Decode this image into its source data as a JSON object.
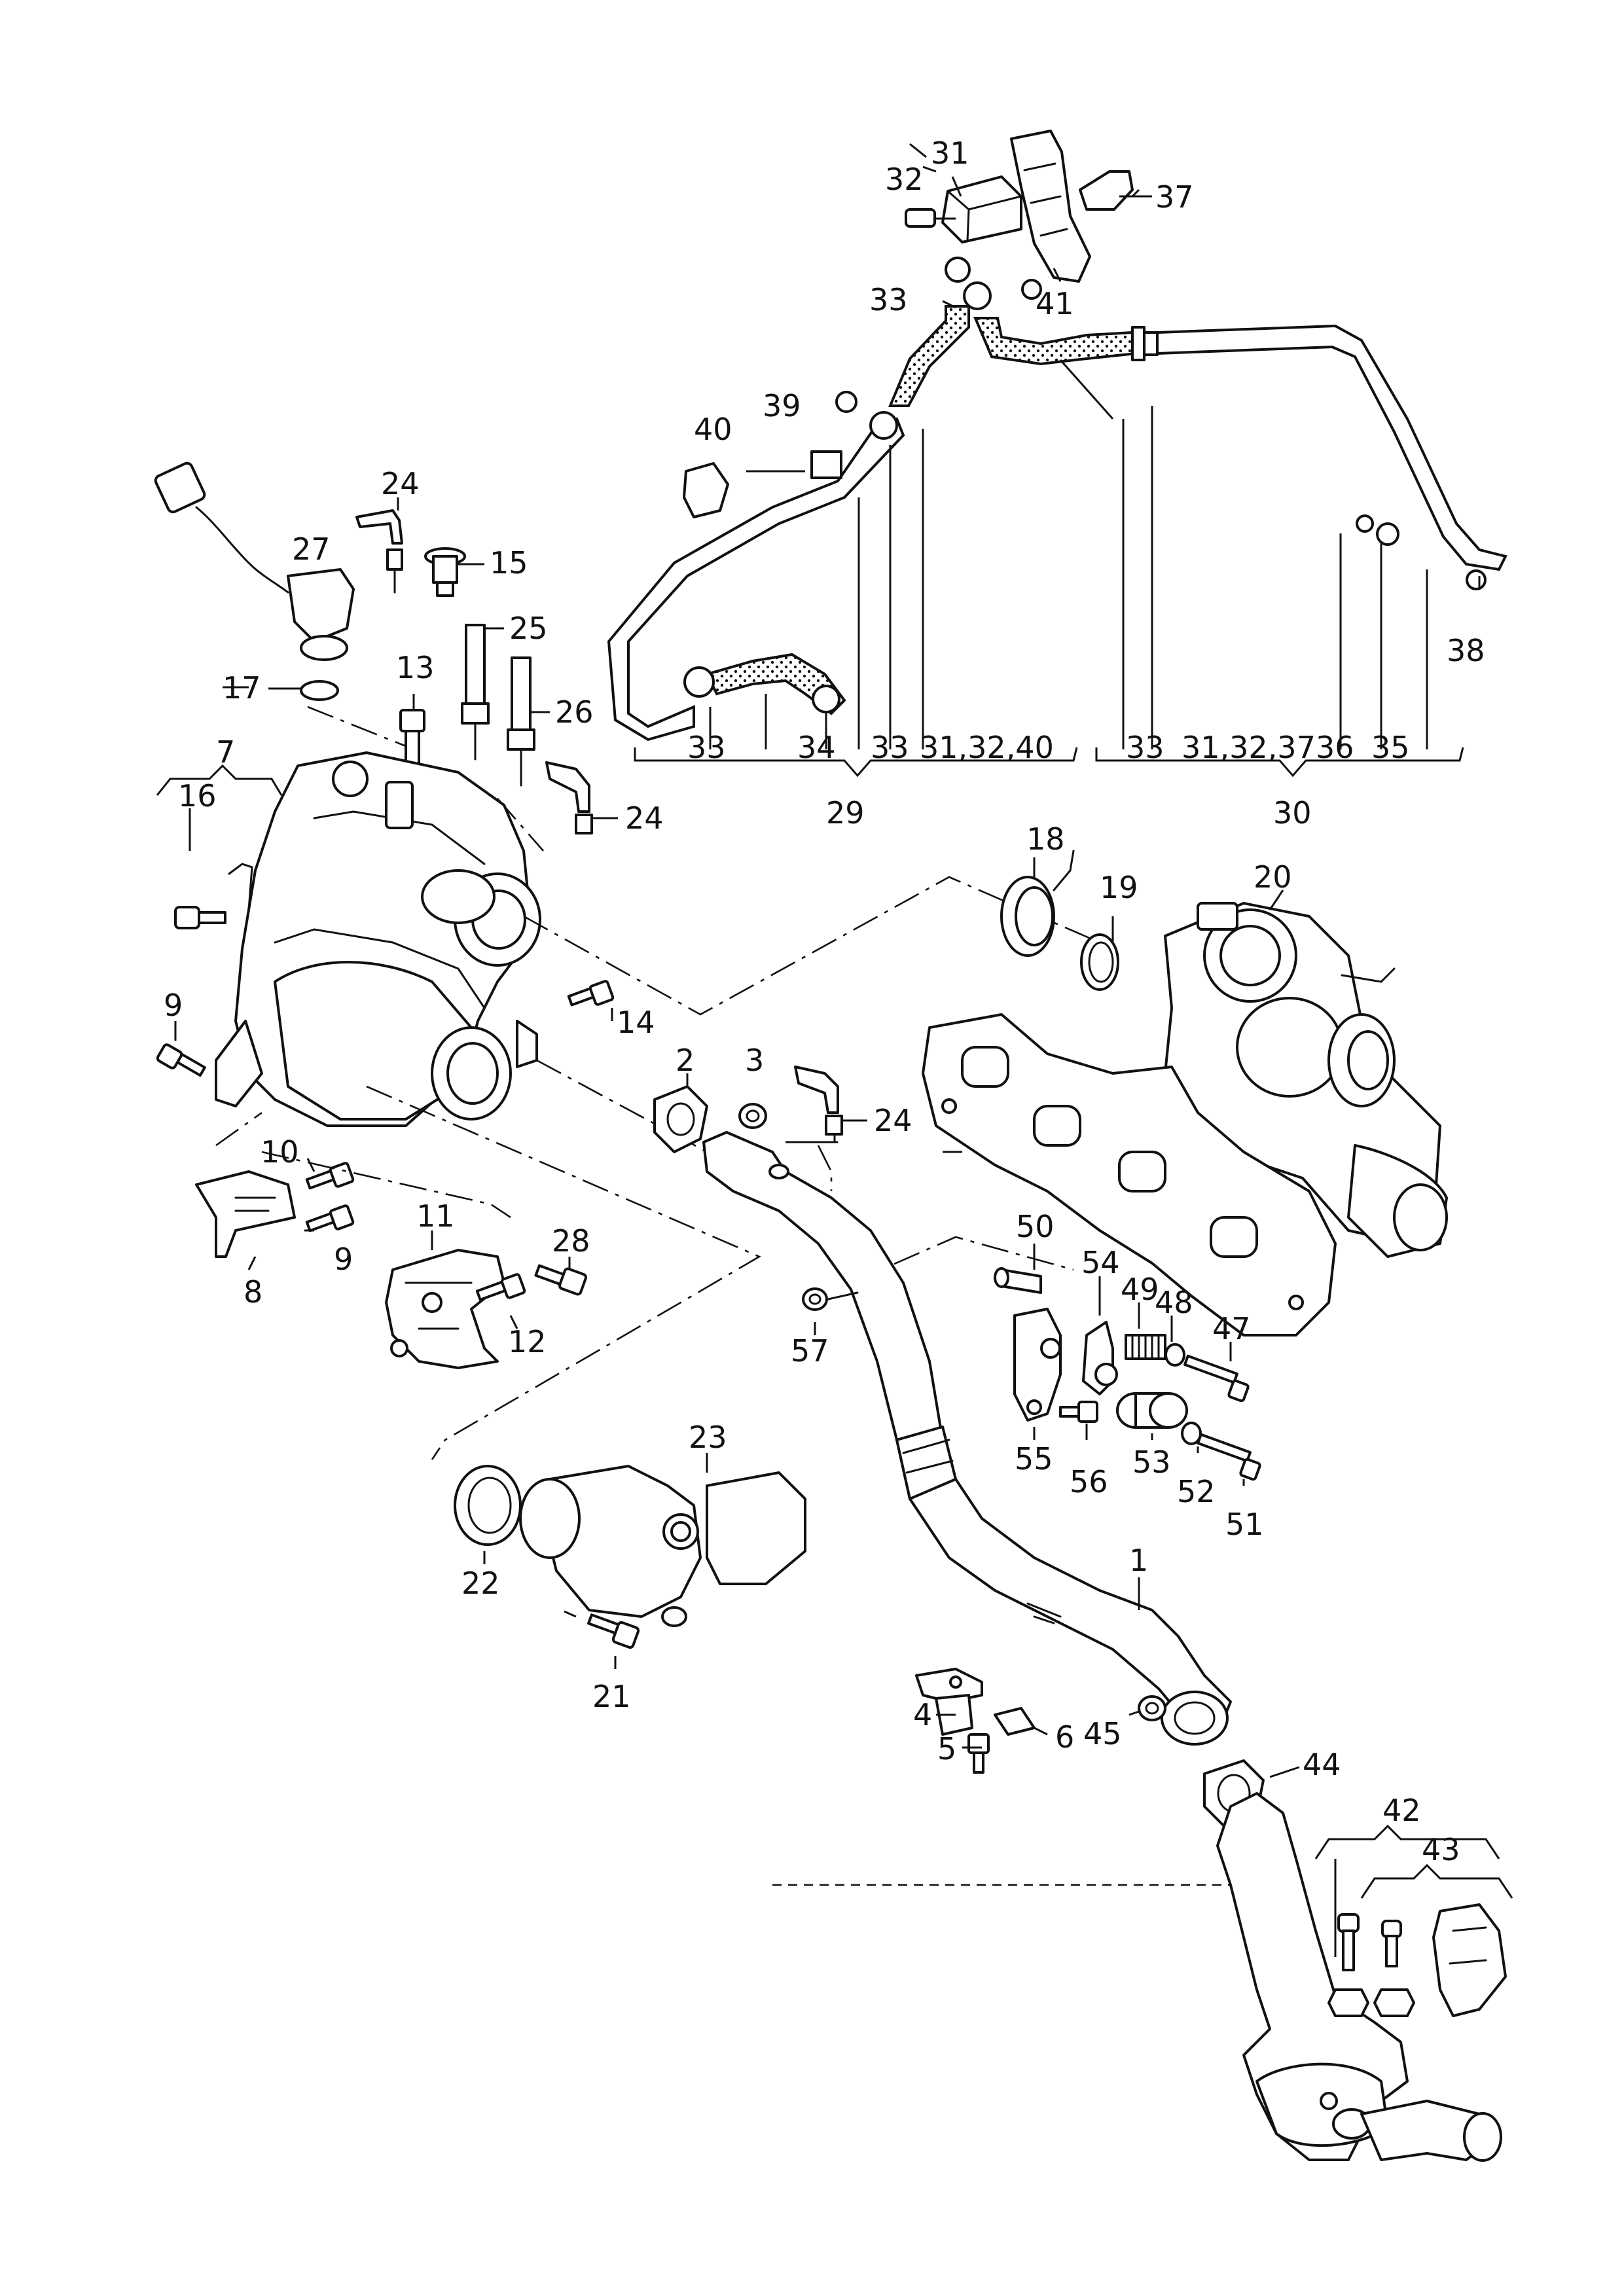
{
  "labels": [
    {
      "key": "31",
      "text": "31"
    },
    {
      "key": "32",
      "text": "32"
    },
    {
      "key": "37",
      "text": "37"
    },
    {
      "key": "33a",
      "text": "33"
    },
    {
      "key": "41",
      "text": "41"
    },
    {
      "key": "39",
      "text": "39"
    },
    {
      "key": "40",
      "text": "40"
    },
    {
      "key": "38",
      "text": "38"
    },
    {
      "key": "24a",
      "text": "24"
    },
    {
      "key": "15",
      "text": "15"
    },
    {
      "key": "27",
      "text": "27"
    },
    {
      "key": "25",
      "text": "25"
    },
    {
      "key": "13",
      "text": "13"
    },
    {
      "key": "17",
      "text": "17"
    },
    {
      "key": "26",
      "text": "26"
    },
    {
      "key": "33b",
      "text": "33"
    },
    {
      "key": "34",
      "text": "34"
    },
    {
      "key": "33c",
      "text": "33"
    },
    {
      "key": "31_32_40",
      "text": "31,32,40"
    },
    {
      "key": "33d",
      "text": "33"
    },
    {
      "key": "31_32_37",
      "text": "31,32,37"
    },
    {
      "key": "36",
      "text": "36"
    },
    {
      "key": "35",
      "text": "35"
    },
    {
      "key": "29",
      "text": "29"
    },
    {
      "key": "30",
      "text": "30"
    },
    {
      "key": "7",
      "text": "7"
    },
    {
      "key": "16",
      "text": "16"
    },
    {
      "key": "24b",
      "text": "24"
    },
    {
      "key": "18",
      "text": "18"
    },
    {
      "key": "19",
      "text": "19"
    },
    {
      "key": "20",
      "text": "20"
    },
    {
      "key": "9a",
      "text": "9"
    },
    {
      "key": "14",
      "text": "14"
    },
    {
      "key": "2",
      "text": "2"
    },
    {
      "key": "3",
      "text": "3"
    },
    {
      "key": "24c",
      "text": "24"
    },
    {
      "key": "10",
      "text": "10"
    },
    {
      "key": "9b",
      "text": "9"
    },
    {
      "key": "8",
      "text": "8"
    },
    {
      "key": "11",
      "text": "11"
    },
    {
      "key": "28",
      "text": "28"
    },
    {
      "key": "12",
      "text": "12"
    },
    {
      "key": "50",
      "text": "50"
    },
    {
      "key": "54",
      "text": "54"
    },
    {
      "key": "49",
      "text": "49"
    },
    {
      "key": "48",
      "text": "48"
    },
    {
      "key": "47",
      "text": "47"
    },
    {
      "key": "57",
      "text": "57"
    },
    {
      "key": "55",
      "text": "55"
    },
    {
      "key": "56",
      "text": "56"
    },
    {
      "key": "53",
      "text": "53"
    },
    {
      "key": "52",
      "text": "52"
    },
    {
      "key": "51",
      "text": "51"
    },
    {
      "key": "23",
      "text": "23"
    },
    {
      "key": "22",
      "text": "22"
    },
    {
      "key": "21",
      "text": "21"
    },
    {
      "key": "1",
      "text": "1"
    },
    {
      "key": "4",
      "text": "4"
    },
    {
      "key": "6",
      "text": "6"
    },
    {
      "key": "5",
      "text": "5"
    },
    {
      "key": "45",
      "text": "45"
    },
    {
      "key": "44",
      "text": "44"
    },
    {
      "key": "42",
      "text": "42"
    },
    {
      "key": "43",
      "text": "43"
    }
  ]
}
